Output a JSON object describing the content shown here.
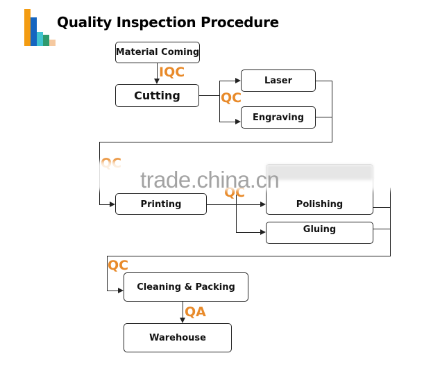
{
  "title": "Quality Inspection Procedure",
  "logo": {
    "icon": "bar-chart-logo-icon",
    "colors": [
      "#f39c12",
      "#1565c0",
      "#40c4d0",
      "#2e9a6e",
      "#f5c9a0"
    ]
  },
  "accent_color": "#e88a2a",
  "steps": {
    "material_coming": "Material Coming",
    "cutting": "Cutting",
    "laser": "Laser",
    "engraving": "Engraving",
    "printing": "Printing",
    "polishing": "Polishing",
    "gluing": "Gluing",
    "cleaning_packing": "Cleaning & Packing",
    "warehouse": "Warehouse"
  },
  "checks": {
    "iqc": "IQC",
    "qc_after_cutting": "QC",
    "qc_before_printing": "QC",
    "qc_after_printing": "QC",
    "qc_before_cleaning": "QC",
    "qa": "QA"
  },
  "watermark": "trade.china.cn"
}
